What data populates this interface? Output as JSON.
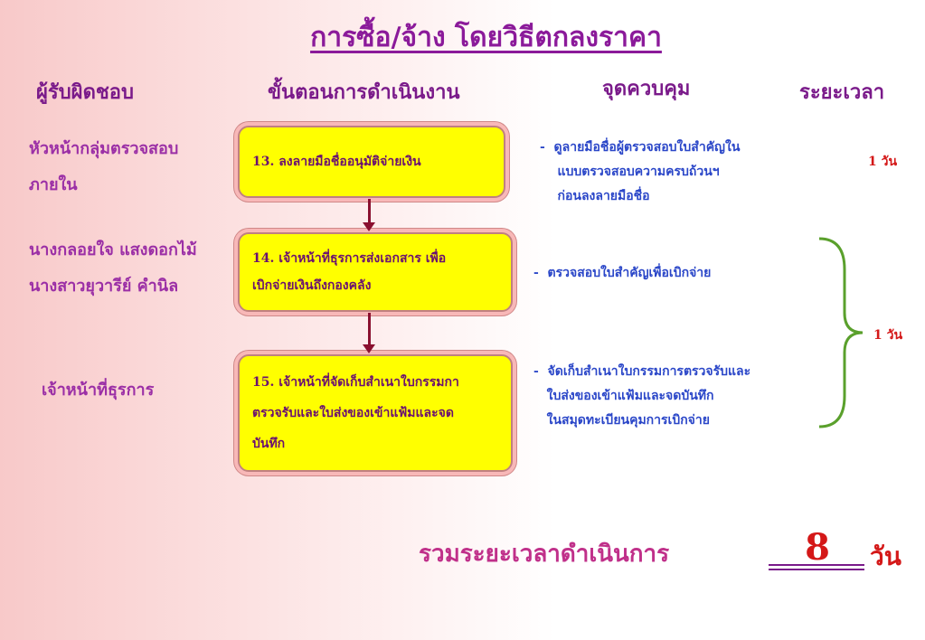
{
  "title": "การซื้อ/จ้าง โดยวิธีตกลงราคา",
  "headers": {
    "responsible": "ผู้รับผิดชอบ",
    "steps": "ขั้นตอนการดำเนินงาน",
    "control": "จุดควบคุม",
    "duration": "ระยะเวลา"
  },
  "responsible": [
    "หัวหน้ากลุ่มตรวจสอบ\nภายใน",
    "นางกลอยใจ   แสงดอกไม้\nนางสาวยุวารีย์  คำนิล",
    "เจ้าหน้าที่ธุรการ"
  ],
  "steps": [
    "13. ลงลายมือชื่ออนุมัติจ่ายเงิน",
    "14. เจ้าหน้าที่ธุรการส่งเอกสาร เพื่อ\n       เบิกจ่ายเงินถึงกองคลัง",
    "15. เจ้าหน้าที่จัดเก็บสำเนาใบกรรมกา\nตรวจรับและใบส่งของเข้าแฟ้มและจด\nบันทึก"
  ],
  "controls": [
    "-  ดูลายมือชื่อผู้ตรวจสอบใบสำคัญใน\n    แบบตรวจสอบความครบถ้วนฯ\n    ก่อนลงลายมือชื่อ",
    "-  ตรวจสอบใบสำคัญเพื่อเบิกจ่าย",
    "-  จัดเก็บสำเนาใบกรรมการตรวจรับและ\n   ใบส่งของเข้าแฟ้มและจดบันทึก\n   ในสมุดทะเบียนคุมการเบิกจ่าย"
  ],
  "durations": {
    "step13": "1 วัน",
    "steps14_15": "1 วัน"
  },
  "total": {
    "label": "รวมระยะเวลาดำเนินการ",
    "value": "8",
    "unit": "วัน"
  },
  "colors": {
    "box_fill": "#ffff00",
    "brace": "#5aa02c",
    "arrow": "#8a1030",
    "total_red": "#d41818"
  }
}
